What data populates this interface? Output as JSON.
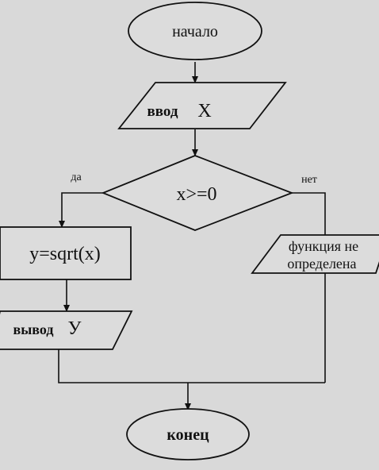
{
  "nodes": {
    "start": "начало",
    "input": {
      "keyword": "ввод",
      "var": "X"
    },
    "condition": "x>=0",
    "compute": "y=sqrt(x)",
    "output": {
      "keyword": "вывод",
      "var": "У"
    },
    "error": {
      "line1": "функция не",
      "line2": "определена"
    },
    "end": "конец"
  },
  "branches": {
    "yes": "да",
    "no": "нет"
  }
}
